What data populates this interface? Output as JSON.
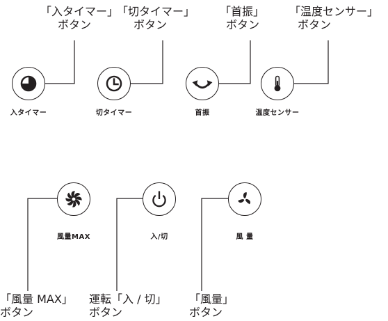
{
  "top_row": {
    "in_timer": {
      "icon": "clock-pie-icon",
      "label": "入タイマー",
      "callout_1": "「入タイマー」",
      "callout_2": "ボタン"
    },
    "off_timer": {
      "icon": "clock-icon",
      "label": "切タイマー",
      "callout_1": "「切タイマー」",
      "callout_2": "ボタン"
    },
    "swing": {
      "icon": "swing-arrow-icon",
      "label": "首振",
      "callout_1": "「首振」",
      "callout_2": "ボタン"
    },
    "temp_sensor": {
      "icon": "thermometer-icon",
      "label": "温度センサー",
      "callout_1": "「温度センサー」",
      "callout_2": "ボタン"
    }
  },
  "bottom_row": {
    "fan_max": {
      "icon": "fan-max-icon",
      "label": "風量MAX",
      "callout_1": "「風量 MAX」",
      "callout_2": "ボタン"
    },
    "power": {
      "icon": "power-icon",
      "label": "入/切",
      "callout_1": "運転「入 / 切」",
      "callout_2": "ボタン"
    },
    "fan_speed": {
      "icon": "fan-icon",
      "label": "風 量",
      "callout_1": "「風量」",
      "callout_2": "ボタン"
    }
  },
  "colors": {
    "ink": "#231f20",
    "background": "#ffffff"
  }
}
